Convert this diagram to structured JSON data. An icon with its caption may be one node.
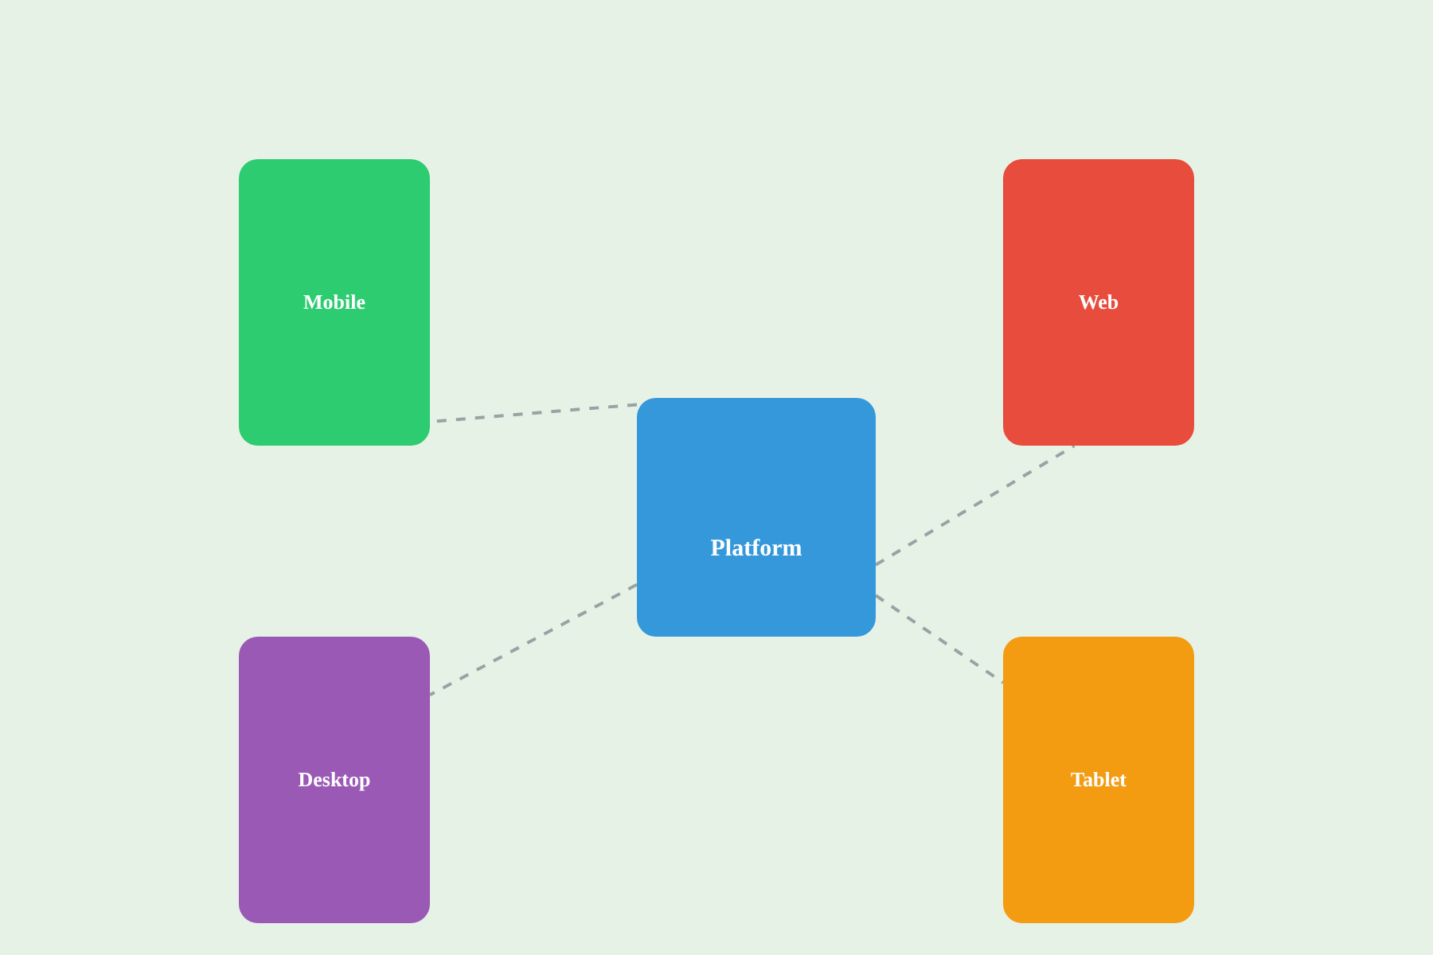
{
  "diagram": {
    "nodes": [
      {
        "text": [
          "Mobile"
        ]
      },
      {
        "text": [
          "Web"
        ]
      },
      {
        "text": [
          "Platform"
        ]
      },
      {
        "text": [
          "Desktop"
        ]
      },
      {
        "text": [
          "Tablet"
        ]
      }
    ],
    "edges": [
      {
        "from": 2,
        "to": 0,
        "arrow": "none",
        "style": "dashed"
      },
      {
        "from": 2,
        "to": 1,
        "arrow": "none",
        "style": "dashed"
      },
      {
        "from": 2,
        "to": 3,
        "arrow": "none",
        "style": "dashed"
      },
      {
        "from": 2,
        "to": 4,
        "arrow": "none",
        "style": "dashed"
      }
    ]
  }
}
